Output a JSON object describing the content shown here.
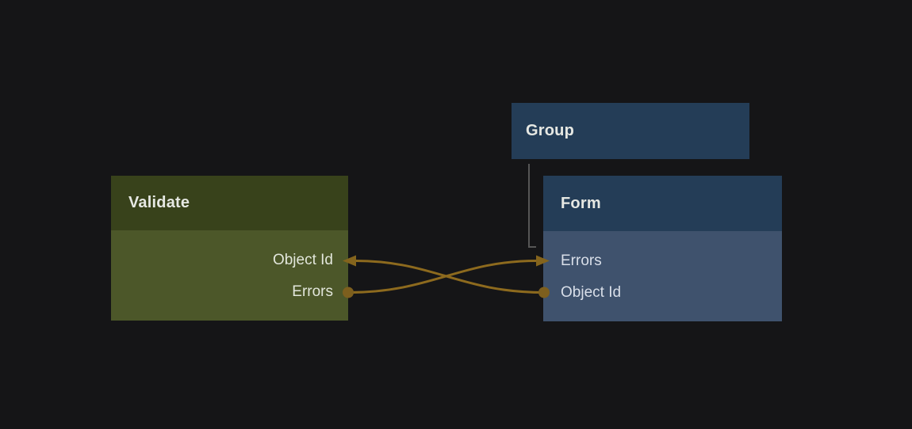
{
  "colors": {
    "canvas-bg": "#151517",
    "validate-header": "#38421b",
    "validate-body": "#4c5729",
    "blue-header": "#243d57",
    "blue-body": "#3f526d",
    "edge-gold": "#8d6a1e",
    "port-dot": "#7d5f1e",
    "arrow-gold": "#84641d",
    "group-link-gray": "#565656",
    "title-text": "#e6e8e3",
    "label-olive": "#e2e6db",
    "label-blue": "#d9dfe9"
  },
  "nodes": {
    "validate": {
      "title": "Validate",
      "ports": [
        {
          "label": "Object Id",
          "role": "target",
          "connector": "arrow"
        },
        {
          "label": "Errors",
          "role": "source",
          "connector": "dot"
        }
      ]
    },
    "group": {
      "title": "Group",
      "ports": []
    },
    "form": {
      "title": "Form",
      "ports": [
        {
          "label": "Errors",
          "role": "target",
          "connector": "arrow"
        },
        {
          "label": "Object Id",
          "role": "source",
          "connector": "dot"
        }
      ]
    }
  },
  "edges": [
    {
      "from": "Validate.Errors",
      "to": "Form.Errors",
      "style": "curved-gold"
    },
    {
      "from": "Form.Object Id",
      "to": "Validate.Object Id",
      "style": "curved-gold"
    }
  ],
  "hierarchy_link": {
    "from": "Group",
    "to": "Form",
    "style": "gray-elbow"
  }
}
